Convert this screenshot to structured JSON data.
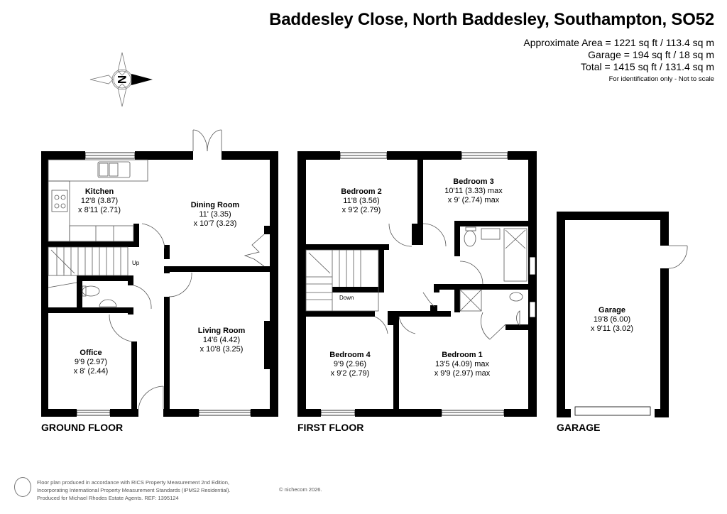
{
  "header": {
    "title": "Baddesley Close, North Baddesley, Southampton, SO52",
    "areas": [
      "Approximate Area = 1221 sq ft / 113.4 sq m",
      "Garage = 194 sq ft / 18 sq m",
      "Total = 1415 sq ft / 131.4 sq m"
    ],
    "note": "For identification only - Not to scale"
  },
  "compass": {
    "icon": "compass-north-icon",
    "letter": "N"
  },
  "floors": {
    "ground": {
      "label": "GROUND FLOOR",
      "rooms": {
        "kitchen": {
          "name": "Kitchen",
          "dim1": "12'8 (3.87)",
          "dim2": "x 8'11 (2.71)"
        },
        "dining": {
          "name": "Dining Room",
          "dim1": "11' (3.35)",
          "dim2": "x 10'7 (3.23)"
        },
        "living": {
          "name": "Living Room",
          "dim1": "14'6 (4.42)",
          "dim2": "x 10'8 (3.25)"
        },
        "office": {
          "name": "Office",
          "dim1": "9'9 (2.97)",
          "dim2": "x 8' (2.44)"
        }
      },
      "stairs_label": "Up"
    },
    "first": {
      "label": "FIRST FLOOR",
      "rooms": {
        "bedroom2": {
          "name": "Bedroom 2",
          "dim1": "11'8 (3.56)",
          "dim2": "x 9'2 (2.79)"
        },
        "bedroom3": {
          "name": "Bedroom 3",
          "dim1": "10'11 (3.33) max",
          "dim2": "x 9' (2.74) max"
        },
        "bedroom4": {
          "name": "Bedroom 4",
          "dim1": "9'9 (2.96)",
          "dim2": "x 9'2 (2.79)"
        },
        "bedroom1": {
          "name": "Bedroom 1",
          "dim1": "13'5 (4.09) max",
          "dim2": "x 9'9 (2.97) max"
        }
      },
      "stairs_label": "Down"
    },
    "garage": {
      "label": "GARAGE",
      "rooms": {
        "garage": {
          "name": "Garage",
          "dim1": "19'8 (6.00)",
          "dim2": "x 9'11 (3.02)"
        }
      }
    }
  },
  "footer": {
    "lines": [
      "Floor plan produced in accordance with RICS Property Measurement 2nd Edition,",
      "Incorporating International Property Measurement Standards (IPMS2 Residential).",
      "Produced for Michael Rhodes Estate Agents.   REF: 1395124"
    ],
    "copyright": "© nichecom 2026."
  },
  "colors": {
    "wall": "#000000",
    "fixture": "#555555",
    "background": "#ffffff"
  }
}
